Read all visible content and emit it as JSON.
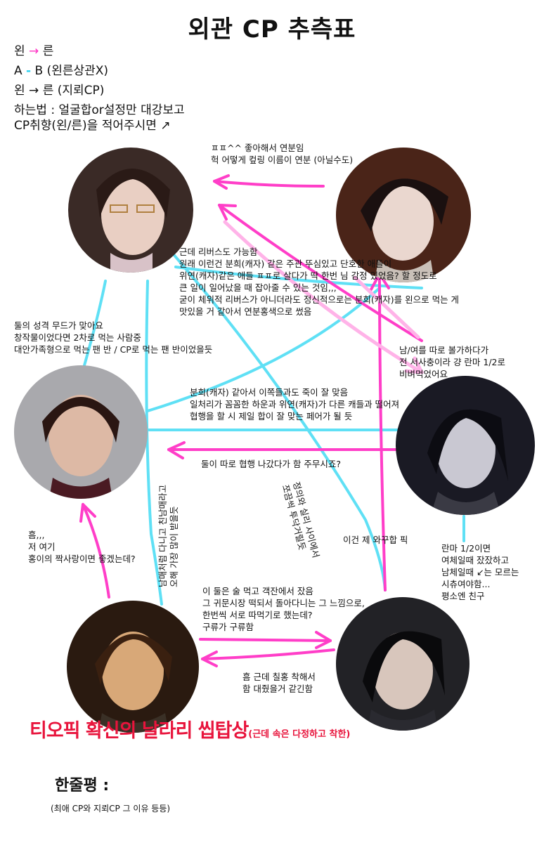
{
  "title": "외관 CP 추측표",
  "legend": {
    "line1": {
      "left": "왼",
      "arrow": "→",
      "right": "른"
    },
    "line2": {
      "left": "A",
      "dash": "-",
      "right": "B (왼른상관X)"
    },
    "line3": {
      "left": "왼",
      "arrow": "→",
      "right": "른 (지뢰CP)"
    },
    "line4": "하는법 : 얼굴합or설정만 대강보고",
    "line5": "CP취향(왼/른)을 적어주시면 ↗"
  },
  "notes": {
    "top_right": [
      "ㅍㅍ^^ 좋아해서 연분임",
      "헉 어떻게 컾링 이름이 연분 (아닐수도)"
    ],
    "center_big": [
      "근데 리버스도 가능함",
      "원래 이런건 분희(캐자) 같은 주관 뚜심있고 단호한 애들이",
      "위연(캐자)같은 애들 ㅍㅍ로 살다가 딱 한번 님 감정 있었음? 할 정도로",
      "큰 일이 일어났을 때 잡아줄 수 있는 것임,,,",
      "굳이 체위적 리버스가 아니더라도 정신적으로는 분희(캐자)를 왼으로 먹는 게",
      "맛있을 거 같아서 연분홍색으로 썼음"
    ],
    "left_mood": [
      "둘의 성격 무드가 맞아요",
      "창작물이었다면 2차로 먹는 사람중",
      "대안가족형으로 먹는 팬 반 / CP로 먹는 팬 반이었을듯"
    ],
    "right_gender": [
      "남/여를 따로 볼가하다가",
      "전 서사충이라 걍 란마 1/2로",
      "비벼먹었어요"
    ],
    "middle": [
      "분희(캐자) 같아서 이쪽들과도 죽이 잘 맞음",
      "일처리가 꼼꼼한 하운과 위연(캐자)가 다른 캐들과 떨어져",
      "협행을 할 시 제일 합이 잘 맞는 페어가 될 듯"
    ],
    "middle_bottom": "둘이 따로 협행 나갔다가 함 주무시죠?",
    "left_lower": [
      "흠,,,",
      "저 여기",
      "홍이의 짝사랑이면 좋겠는데?"
    ],
    "vertical_left": [
      "남매처럼 다니고 친남매라고",
      "오해 가장 많이 받을듯"
    ],
    "vertical_mid": [
      "정의와 실리 사이에서",
      "쪼끔씩 투닥거릴듯"
    ],
    "favorite": "이건 제 와꾸합 픽",
    "right_lower": [
      "란마 1/2이면",
      "여체일때 잤잤하고",
      "남체일때 ↙는 모르는",
      "시츄여야함...",
      "평소엔 친구"
    ],
    "bottom_mid": [
      "이 둘은 술 먹고 객잔에서 잤음",
      "그 귀문시장 떡되서 돌아다니는 그 느낌으로,",
      "한번씩  서로 따먹기로 했는데?",
      "구류가 구류함"
    ],
    "bottom_mid2": [
      "흠 근데 칠홍 착해서",
      "함 대줬을거 같긴함"
    ]
  },
  "big_red": {
    "main": "티오픽 확신의 날라리 씹탑상",
    "paren": "(근데 속은 다정하고 착한)"
  },
  "summary": {
    "title": "한줄평 :",
    "sub": "(최애 CP와 지뢰CP 그 이유 등등)"
  },
  "colors": {
    "pink": "#ff2fc3",
    "light_pink": "#ffb3e8",
    "cyan": "#2bd0f0",
    "red": "#e8143c"
  }
}
